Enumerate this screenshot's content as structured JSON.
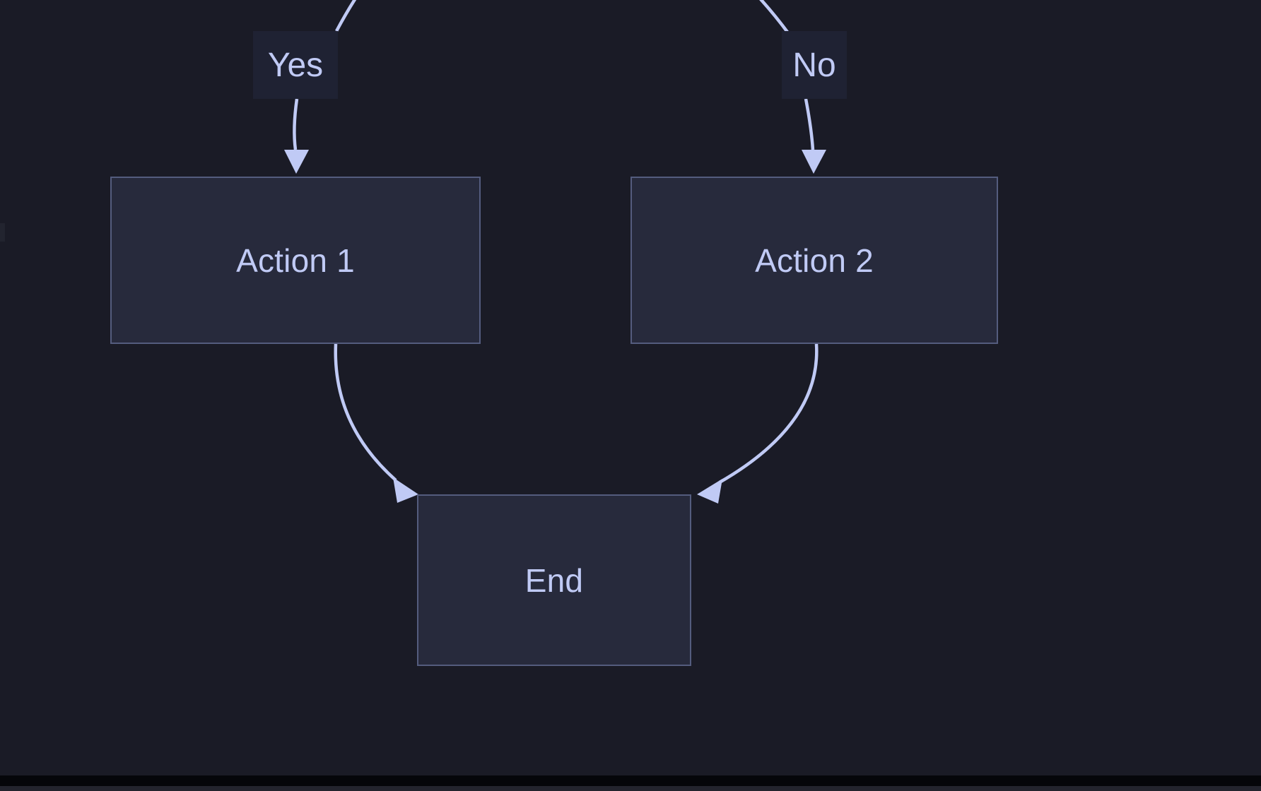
{
  "diagram": {
    "type": "flowchart",
    "theme": "dark",
    "colors": {
      "background": "#1a1b26",
      "node_fill": "#272a3c",
      "node_border": "#545c7e",
      "text": "#c0caf5",
      "edge_stroke": "#c0caf5",
      "label_chip_background": "#1f2233"
    },
    "nodes": [
      {
        "id": "action1",
        "label": "Action 1"
      },
      {
        "id": "action2",
        "label": "Action 2"
      },
      {
        "id": "end",
        "label": "End"
      }
    ],
    "edge_labels": [
      {
        "id": "yes",
        "label": "Yes"
      },
      {
        "id": "no",
        "label": "No"
      }
    ],
    "edges": [
      {
        "from": "decision",
        "to": "action1",
        "label": "Yes"
      },
      {
        "from": "decision",
        "to": "action2",
        "label": "No"
      },
      {
        "from": "action1",
        "to": "end",
        "label": ""
      },
      {
        "from": "action2",
        "to": "end",
        "label": ""
      }
    ]
  },
  "scrollbar": {
    "orientation": "horizontal",
    "position": "bottom"
  }
}
